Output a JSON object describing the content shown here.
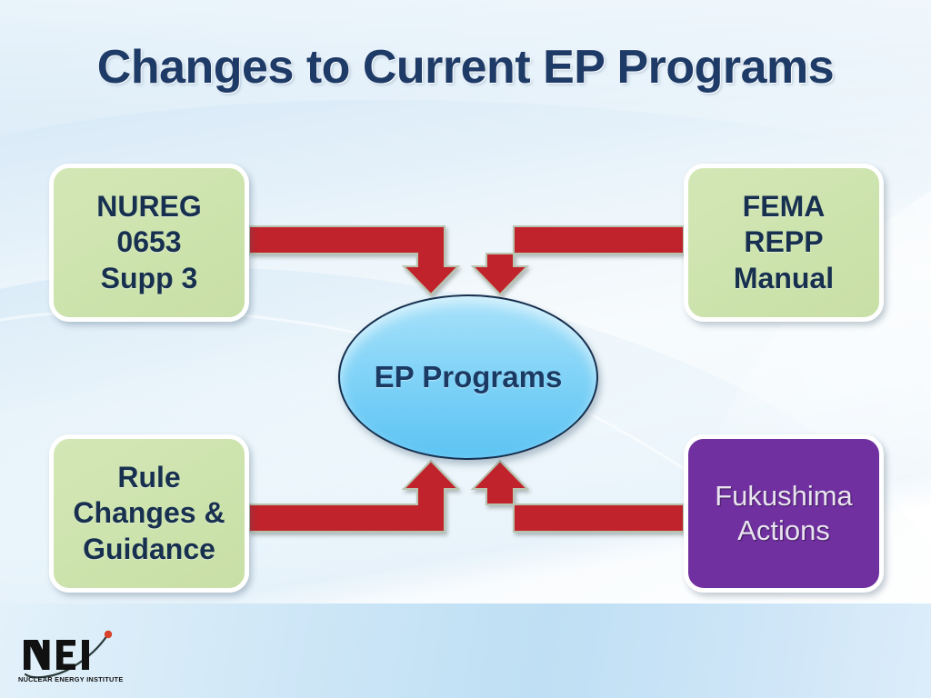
{
  "slide": {
    "title": "Changes to Current EP Programs",
    "title_color": "#1e3a66",
    "background_top_color": "#cfe6f5",
    "background_mid_color": "#f7fbfd",
    "footer_band_color": "#c5e2f6"
  },
  "diagram": {
    "type": "hub-and-spoke",
    "center": {
      "label": "EP Programs",
      "shape": "ellipse",
      "fill_color": "#8ed8f8",
      "text_color": "#1a3a63"
    },
    "connector_color": "#c0232b",
    "nodes": [
      {
        "id": "nureg",
        "lines": [
          "NUREG",
          "0653",
          "Supp 3"
        ],
        "shape": "rounded-rect",
        "fill_color": "#cde3ad",
        "text_color": "#17304f",
        "position": "top-left",
        "arrow_direction": "to-center-down"
      },
      {
        "id": "fema",
        "lines": [
          "FEMA",
          "REPP",
          "Manual"
        ],
        "shape": "rounded-rect",
        "fill_color": "#cde3ad",
        "text_color": "#17304f",
        "position": "top-right",
        "arrow_direction": "to-center-down"
      },
      {
        "id": "rule",
        "lines": [
          "Rule",
          "Changes &",
          "Guidance"
        ],
        "shape": "rounded-rect",
        "fill_color": "#cde3ad",
        "text_color": "#17304f",
        "position": "bottom-left",
        "arrow_direction": "to-center-up"
      },
      {
        "id": "fukushima",
        "lines": [
          "Fukushima",
          "Actions"
        ],
        "shape": "rounded-rect",
        "fill_color": "#7030a0",
        "text_color": "#e9e3ef",
        "position": "bottom-right",
        "arrow_direction": "to-center-up"
      }
    ]
  },
  "logo": {
    "wordmark": "NEI",
    "tagline": "NUCLEAR ENERGY INSTITUTE",
    "mark_color": "#111111",
    "accent_color": "#d9422a"
  }
}
